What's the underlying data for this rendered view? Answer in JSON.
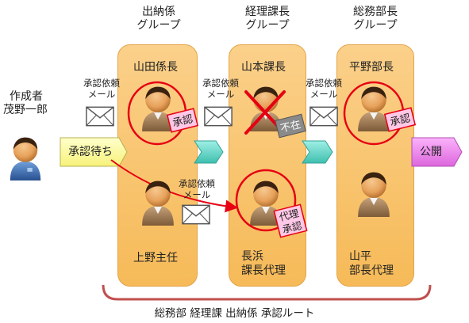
{
  "groups": [
    {
      "line1": "出納係",
      "line2": "グループ"
    },
    {
      "line1": "経理課長",
      "line2": "グループ"
    },
    {
      "line1": "総務部長",
      "line2": "グループ"
    }
  ],
  "creator": {
    "role": "作成者",
    "name": "茂野一郎"
  },
  "people": {
    "yamada": "山田係長",
    "ueno": "上野主任",
    "yamamoto": "山本課長",
    "nagahama_1": "長浜",
    "nagahama_2": "課長代理",
    "hirano": "平野部長",
    "yamahira_1": "山平",
    "yamahira_2": "部長代理"
  },
  "requests": {
    "r1_line1": "承認依頼",
    "r1_line2": "メール",
    "r2_line1": "承認依頼",
    "r2_line2": "メール",
    "r3_line1": "承認依頼",
    "r3_line2": "メール",
    "r4_line1": "承認依頼",
    "r4_line2": "メール"
  },
  "stamps": {
    "approved_1": "承認",
    "absent": "不在",
    "proxy_1": "代理",
    "proxy_2": "承認",
    "approved_2": "承認"
  },
  "status": {
    "waiting": "承認待ち",
    "published": "公開"
  },
  "footer": "総務部 経理課 出納係 承認ルート",
  "colors": {
    "lane_fill": "#f6ba58",
    "waiting_fill": "#ffff99",
    "chevron_fill": "#66d6c7",
    "publish_fill": "#ee88ee",
    "stamp_fill": "#ffc8e6",
    "approval_ring": "#e60012",
    "route_bracket": "#c0504d"
  },
  "icons": [
    "envelope-icon",
    "person-icon",
    "cross-mark-icon",
    "chevron-arrow-icon"
  ]
}
